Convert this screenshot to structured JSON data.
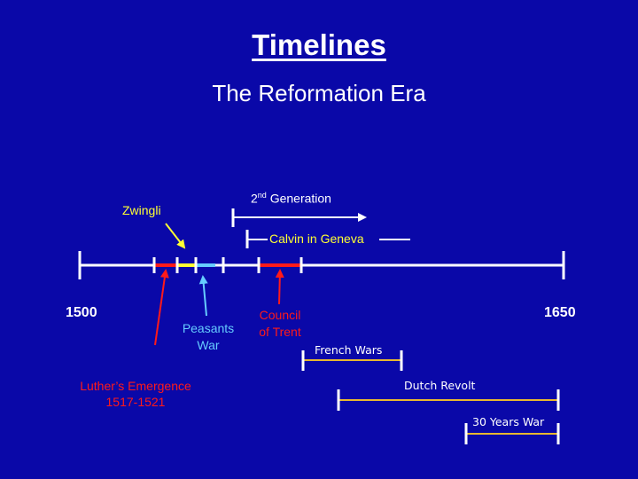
{
  "title": "Timelines",
  "subtitle": "The Reformation Era",
  "axis": {
    "start_label": "1500",
    "end_label": "1650"
  },
  "labels": {
    "zwingli": "Zwingli",
    "second_generation_main": "2",
    "second_generation_sup": "nd",
    "second_generation_rest": " Generation",
    "calvin": "Calvin in Geneva",
    "peasants_line1": "Peasants",
    "peasants_line2": "War",
    "council_line1": "Council",
    "council_line2": "of Trent",
    "luther_line1": "Luther’s Emergence",
    "luther_line2": "1517-1521",
    "french_wars": "French Wars",
    "dutch_revolt": "Dutch Revolt",
    "thirty_years_war": "30 Years War"
  },
  "colors": {
    "background": "#0a08a8",
    "timeline": "#ffffff",
    "luther": "#ff1a1a",
    "zwingli": "#ffff33",
    "peasants": "#66ccff",
    "council": "#ff1a1a",
    "war_bars": "#e8b830"
  }
}
